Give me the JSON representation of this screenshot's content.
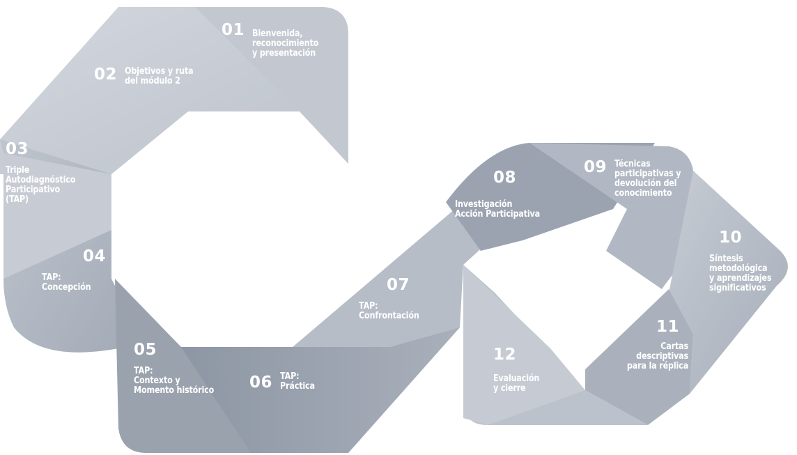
{
  "colors": {
    "light": "#c9ced6",
    "mid": "#b3bac4",
    "dark": "#8f98a6",
    "darker": "#7c8594",
    "text": "#ffffff"
  },
  "steps": [
    {
      "number": "01",
      "lines": [
        "Bienvenida,",
        "reconocimiento",
        "y presentación"
      ]
    },
    {
      "number": "02",
      "lines": [
        "Objetivos y ruta",
        "del módulo 2"
      ]
    },
    {
      "number": "03",
      "lines": [
        "Triple",
        "Autodiagnóstico",
        "Participativo",
        "(TAP)"
      ]
    },
    {
      "number": "04",
      "lines": [
        "TAP:",
        "Concepción"
      ]
    },
    {
      "number": "05",
      "lines": [
        "TAP:",
        "Contexto y",
        "Momento histórico"
      ]
    },
    {
      "number": "06",
      "lines": [
        "TAP:",
        "Práctica"
      ]
    },
    {
      "number": "07",
      "lines": [
        "TAP:",
        "Confrontación"
      ]
    },
    {
      "number": "08",
      "lines": [
        "Investigación",
        "Acción Participativa"
      ]
    },
    {
      "number": "09",
      "lines": [
        "Técnicas",
        "participativas y",
        "devolución del",
        "conocimiento"
      ]
    },
    {
      "number": "10",
      "lines": [
        "Síntesis",
        "metodológica",
        "y aprendizajes",
        "significativos"
      ]
    },
    {
      "number": "11",
      "lines": [
        "Cartas",
        "descriptivas",
        "para la réplica"
      ]
    },
    {
      "number": "12",
      "lines": [
        "Evaluación",
        "y cierre"
      ]
    }
  ]
}
